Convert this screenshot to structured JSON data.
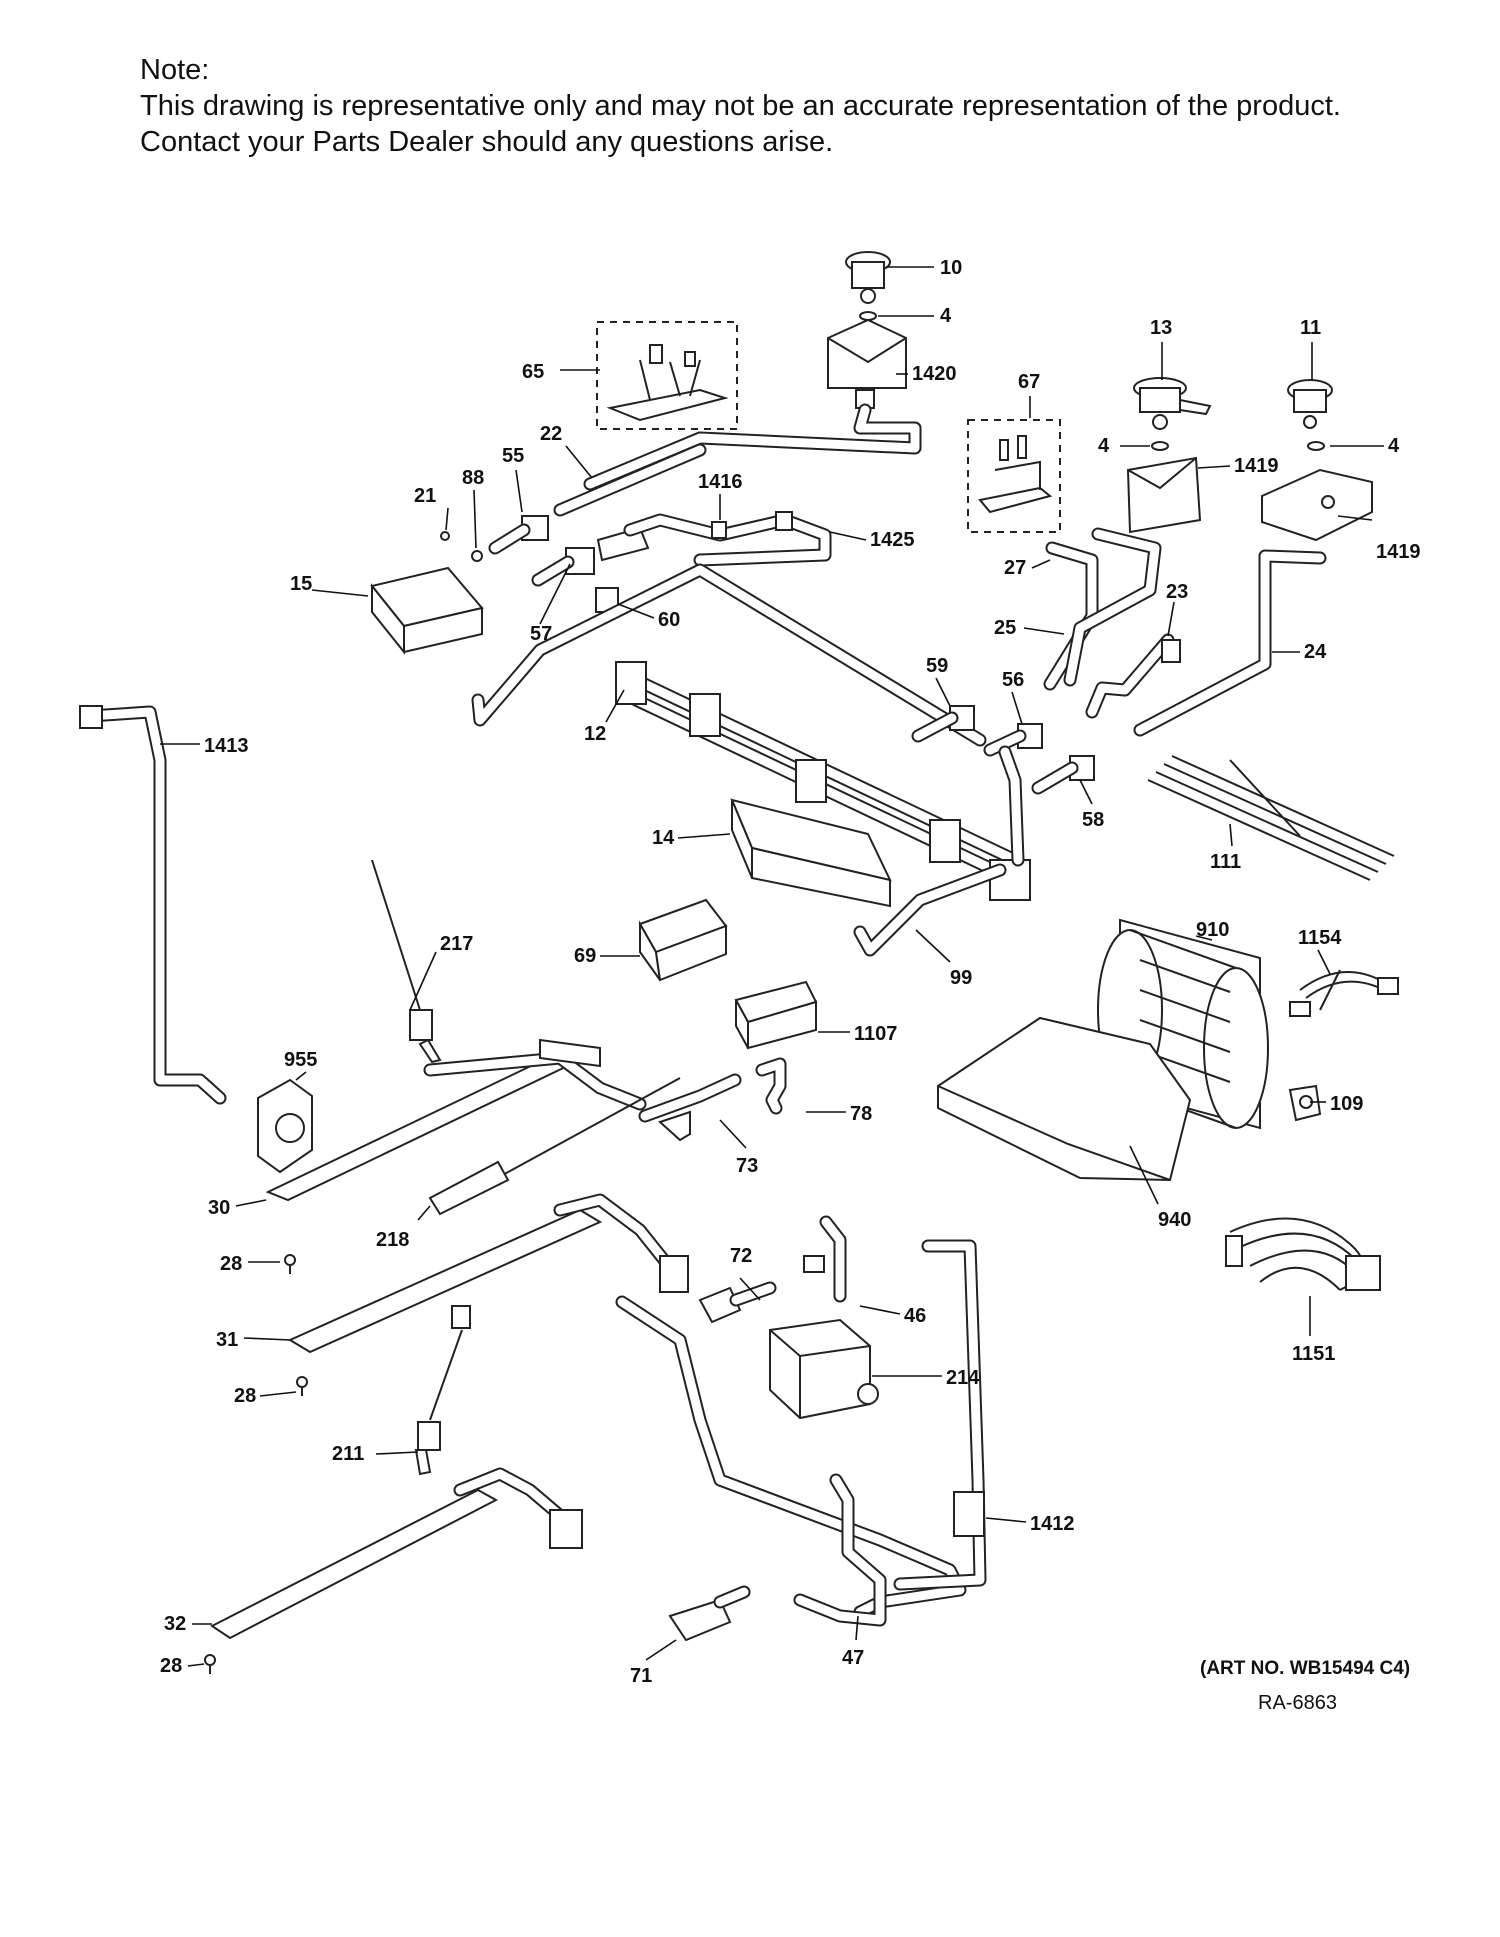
{
  "note": {
    "heading": "Note:",
    "line1": "This drawing is representative only and may not be an accurate representation of the product.",
    "line2": "Contact your Parts Dealer should any questions arise."
  },
  "callouts": {
    "c10": "10",
    "c4a": "4",
    "c1420": "1420",
    "c65": "65",
    "c13": "13",
    "c11": "11",
    "c67": "67",
    "c4b": "4",
    "c4c": "4",
    "c1419a": "1419",
    "c1419b": "1419",
    "c22": "22",
    "c55": "55",
    "c88": "88",
    "c21": "21",
    "c1416": "1416",
    "c1425": "1425",
    "c27": "27",
    "c15": "15",
    "c57": "57",
    "c60": "60",
    "c23": "23",
    "c25": "25",
    "c24": "24",
    "c59": "59",
    "c56": "56",
    "c12": "12",
    "c1413": "1413",
    "c58": "58",
    "c14": "14",
    "c111": "111",
    "c217": "217",
    "c69": "69",
    "c99": "99",
    "c910": "910",
    "c1154": "1154",
    "c1107": "1107",
    "c955": "955",
    "c78": "78",
    "c109": "109",
    "c73": "73",
    "c30": "30",
    "c218": "218",
    "c940": "940",
    "c28a": "28",
    "c72": "72",
    "c46": "46",
    "c31": "31",
    "c214": "214",
    "c28b": "28",
    "c1151": "1151",
    "c211": "211",
    "c1412": "1412",
    "c32": "32",
    "c28c": "28",
    "c71": "71",
    "c47": "47"
  },
  "footer": {
    "art_number": "(ART NO. WB15494 C4)",
    "ra_code": "RA-6863"
  }
}
